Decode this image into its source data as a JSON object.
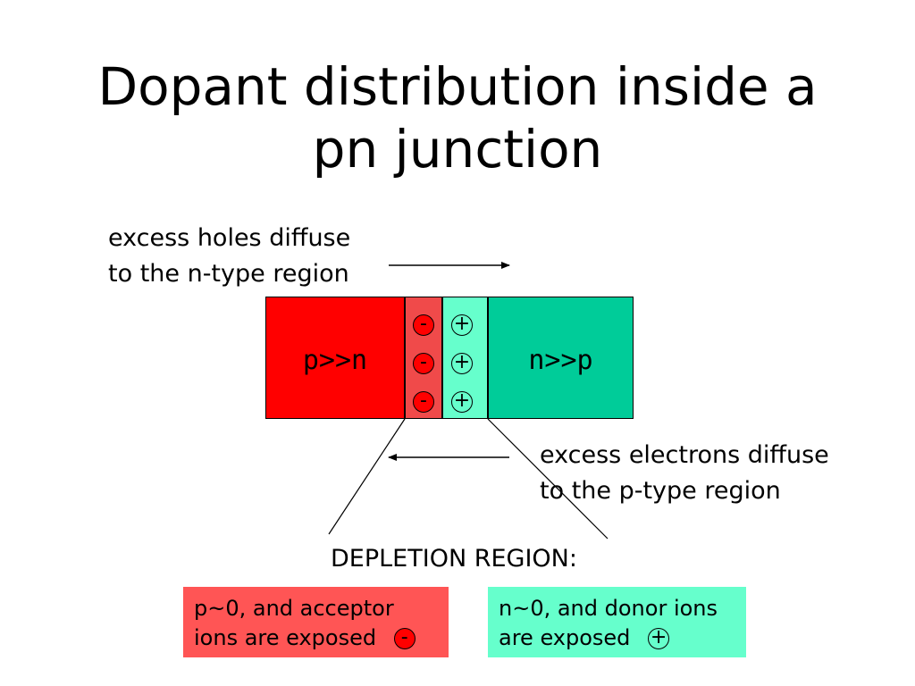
{
  "title_line1": "Dopant distribution inside a",
  "title_line2": "pn junction",
  "holes_label_line1": "excess holes diffuse",
  "holes_label_line2": "to the n-type region",
  "electrons_label_line1": "excess electrons diffuse",
  "electrons_label_line2": "to the p-type region",
  "p_region_label": "p>>n",
  "n_region_label": "n>>p",
  "acceptor_ion_symbol": "-",
  "donor_ion_symbol": "+",
  "depletion_title": "DEPLETION REGION:",
  "p_box_line1": "p~0, and acceptor",
  "p_box_line2": "ions are exposed",
  "n_box_line1": "n~0, and donor ions",
  "n_box_line2": "are exposed",
  "colors": {
    "p_region": "#ff0000",
    "p_depletion": "#f04a4a",
    "n_depletion": "#66ffcc",
    "n_region": "#00cc99",
    "p_box": "#ff5555",
    "n_box": "#66ffcc"
  }
}
